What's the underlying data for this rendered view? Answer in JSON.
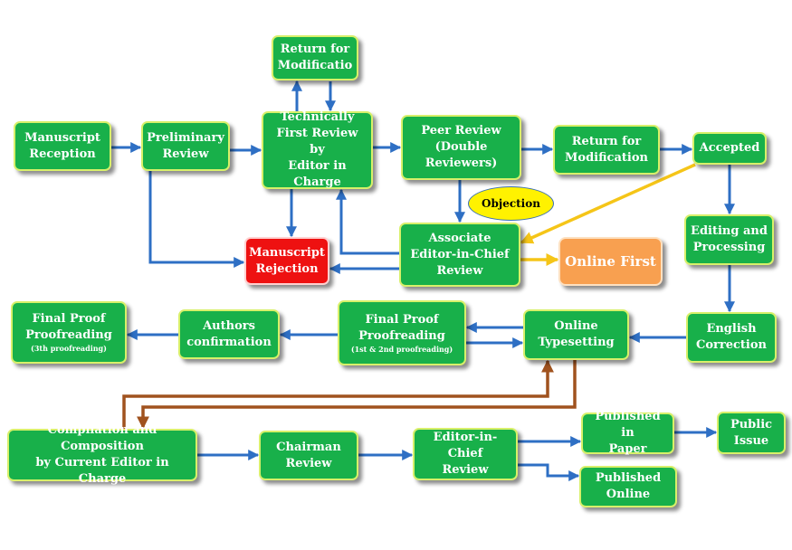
{
  "nodes": {
    "manuscript_reception": {
      "label": "Manuscript\nReception"
    },
    "preliminary_review": {
      "label": "Preliminary\nReview"
    },
    "return_top": {
      "label": "Return for\nModificatio"
    },
    "technically_first_review": {
      "label": "Technically\nFirst Review by\nEditor in\nCharge"
    },
    "peer_review": {
      "label": "Peer Review\n(Double\nReviewers)"
    },
    "return_mid": {
      "label": "Return for\nModification"
    },
    "accepted": {
      "label": "Accepted"
    },
    "manuscript_rejection": {
      "label": "Manuscript\nRejection"
    },
    "associate_eic_review": {
      "label": "Associate\nEditor-in-Chief\nReview"
    },
    "online_first": {
      "label": "Online First"
    },
    "editing_processing": {
      "label": "Editing and\nProcessing"
    },
    "final_proof_3": {
      "label": "Final Proof\nProofreading",
      "note": "(3th proofreading)"
    },
    "authors_confirmation": {
      "label": "Authors\nconfirmation"
    },
    "final_proof_12": {
      "label": "Final Proof\nProofreading",
      "note": "(1st & 2nd proofreading)"
    },
    "online_typesetting": {
      "label": "Online\nTypesetting"
    },
    "english_correction": {
      "label": "English\nCorrection"
    },
    "compilation": {
      "label": "Compilation and Composition\nby Current Editor in Charge"
    },
    "chairman_review": {
      "label": "Chairman\nReview"
    },
    "eic_review": {
      "label": "Editor-in-Chief\nReview"
    },
    "published_paper": {
      "label": "Published in\nPaper"
    },
    "public_issue": {
      "label": "Public\nIssue"
    },
    "published_online": {
      "label": "Published\nOnline"
    }
  },
  "objection_label": "Objection",
  "colors": {
    "node_fill": "#18b04a",
    "node_border": "#d8f06a",
    "rejection_fill": "#ee1111",
    "online_first_fill": "#f8a050",
    "objection_fill": "#fff200",
    "arrow_blue": "#2e6fc4",
    "arrow_yellow": "#f5c518",
    "arrow_brown": "#a0521e"
  },
  "edges": [
    {
      "from": "manuscript_reception",
      "to": "preliminary_review",
      "color": "blue"
    },
    {
      "from": "preliminary_review",
      "to": "technically_first_review",
      "color": "blue"
    },
    {
      "from": "preliminary_review",
      "to": "manuscript_rejection",
      "color": "blue"
    },
    {
      "from": "technically_first_review",
      "to": "return_top",
      "color": "blue"
    },
    {
      "from": "return_top",
      "to": "technically_first_review",
      "color": "blue"
    },
    {
      "from": "technically_first_review",
      "to": "peer_review",
      "color": "blue"
    },
    {
      "from": "technically_first_review",
      "to": "manuscript_rejection",
      "color": "blue"
    },
    {
      "from": "peer_review",
      "to": "return_mid",
      "color": "blue"
    },
    {
      "from": "return_mid",
      "to": "accepted",
      "color": "blue"
    },
    {
      "from": "peer_review",
      "to": "associate_eic_review",
      "color": "blue"
    },
    {
      "from": "associate_eic_review",
      "to": "technically_first_review",
      "color": "blue"
    },
    {
      "from": "associate_eic_review",
      "to": "manuscript_rejection",
      "color": "blue"
    },
    {
      "from": "associate_eic_review",
      "to": "online_first",
      "color": "yellow"
    },
    {
      "from": "accepted",
      "to": "associate_eic_review",
      "color": "yellow"
    },
    {
      "from": "accepted",
      "to": "editing_processing",
      "color": "blue"
    },
    {
      "from": "editing_processing",
      "to": "english_correction",
      "color": "blue"
    },
    {
      "from": "english_correction",
      "to": "online_typesetting",
      "color": "blue"
    },
    {
      "from": "online_typesetting",
      "to": "final_proof_12",
      "color": "blue"
    },
    {
      "from": "final_proof_12",
      "to": "online_typesetting",
      "color": "blue"
    },
    {
      "from": "final_proof_12",
      "to": "authors_confirmation",
      "color": "blue"
    },
    {
      "from": "authors_confirmation",
      "to": "final_proof_3",
      "color": "blue"
    },
    {
      "from": "online_typesetting",
      "to": "compilation",
      "color": "brown"
    },
    {
      "from": "compilation",
      "to": "online_typesetting",
      "color": "brown"
    },
    {
      "from": "compilation",
      "to": "chairman_review",
      "color": "blue"
    },
    {
      "from": "chairman_review",
      "to": "eic_review",
      "color": "blue"
    },
    {
      "from": "eic_review",
      "to": "published_paper",
      "color": "blue"
    },
    {
      "from": "eic_review",
      "to": "published_online",
      "color": "blue"
    },
    {
      "from": "published_paper",
      "to": "public_issue",
      "color": "blue"
    }
  ]
}
